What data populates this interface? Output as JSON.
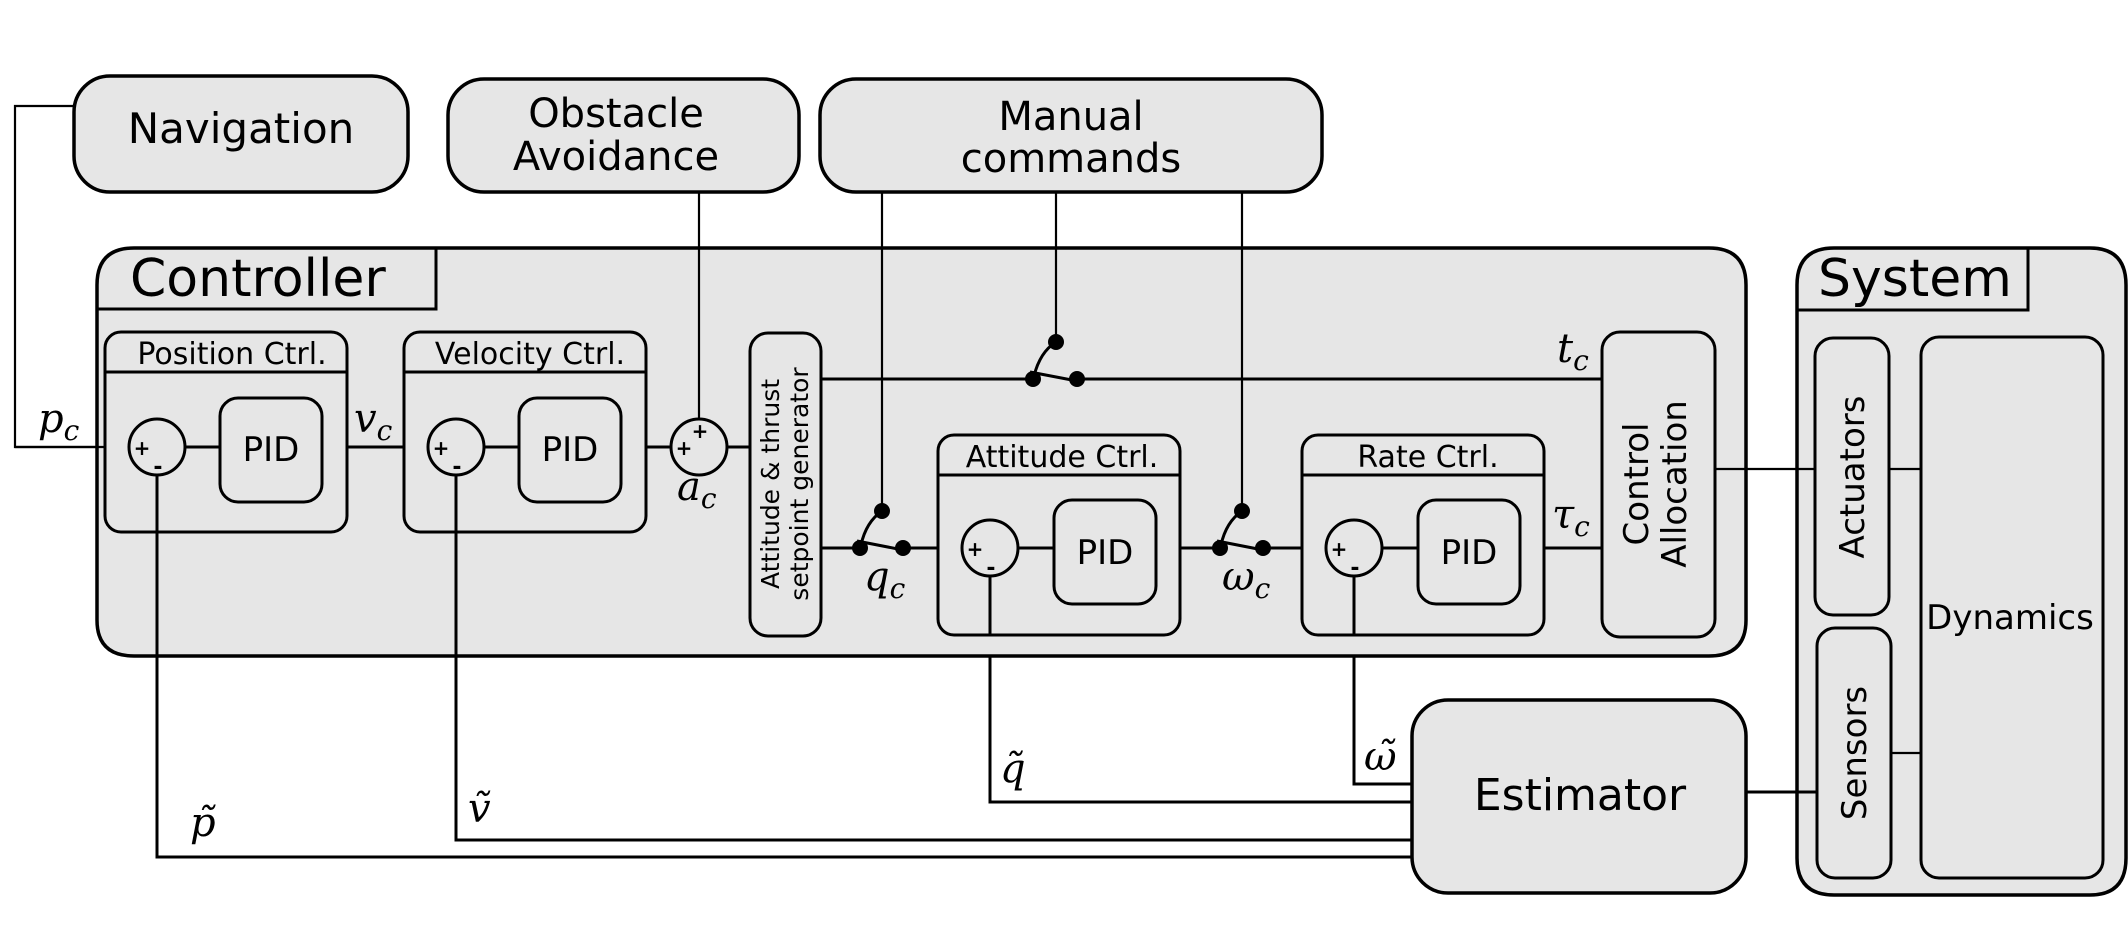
{
  "external": {
    "navigation": "Navigation",
    "obstacle_avoidance": [
      "Obstacle",
      "Avoidance"
    ],
    "manual_commands": [
      "Manual",
      "commands"
    ]
  },
  "controller": {
    "title": "Controller",
    "position_ctrl": {
      "title": "Position Ctrl.",
      "block": "PID",
      "sum_signs": [
        "+",
        "-"
      ]
    },
    "velocity_ctrl": {
      "title": "Velocity Ctrl.",
      "block": "PID",
      "sum_signs": [
        "+",
        "-"
      ]
    },
    "accel_sum": {
      "sum_signs": [
        "+",
        "+"
      ]
    },
    "setpoint_generator": [
      "Attitude & thrust",
      "setpoint generator"
    ],
    "attitude_ctrl": {
      "title": "Attitude Ctrl.",
      "block": "PID",
      "sum_signs": [
        "+",
        "-"
      ]
    },
    "rate_ctrl": {
      "title": "Rate Ctrl.",
      "block": "PID",
      "sum_signs": [
        "+",
        "-"
      ]
    },
    "control_allocation": [
      "Control",
      "Allocation"
    ]
  },
  "system": {
    "title": "System",
    "actuators": "Actuators",
    "sensors": "Sensors",
    "dynamics": "Dynamics"
  },
  "estimator": "Estimator",
  "signals": {
    "p_c": {
      "base": "p",
      "sub": "c"
    },
    "v_c": {
      "base": "v",
      "sub": "c"
    },
    "a_c": {
      "base": "a",
      "sub": "c"
    },
    "q_c": {
      "base": "q",
      "sub": "c"
    },
    "omega_c": {
      "base": "ω",
      "sub": "c"
    },
    "t_c": {
      "base": "t",
      "sub": "c"
    },
    "tau_c": {
      "base": "τ",
      "sub": "c"
    },
    "p_est": "p̃",
    "v_est": "ṽ",
    "q_est": "q̃",
    "omega_est": "ω̃"
  }
}
